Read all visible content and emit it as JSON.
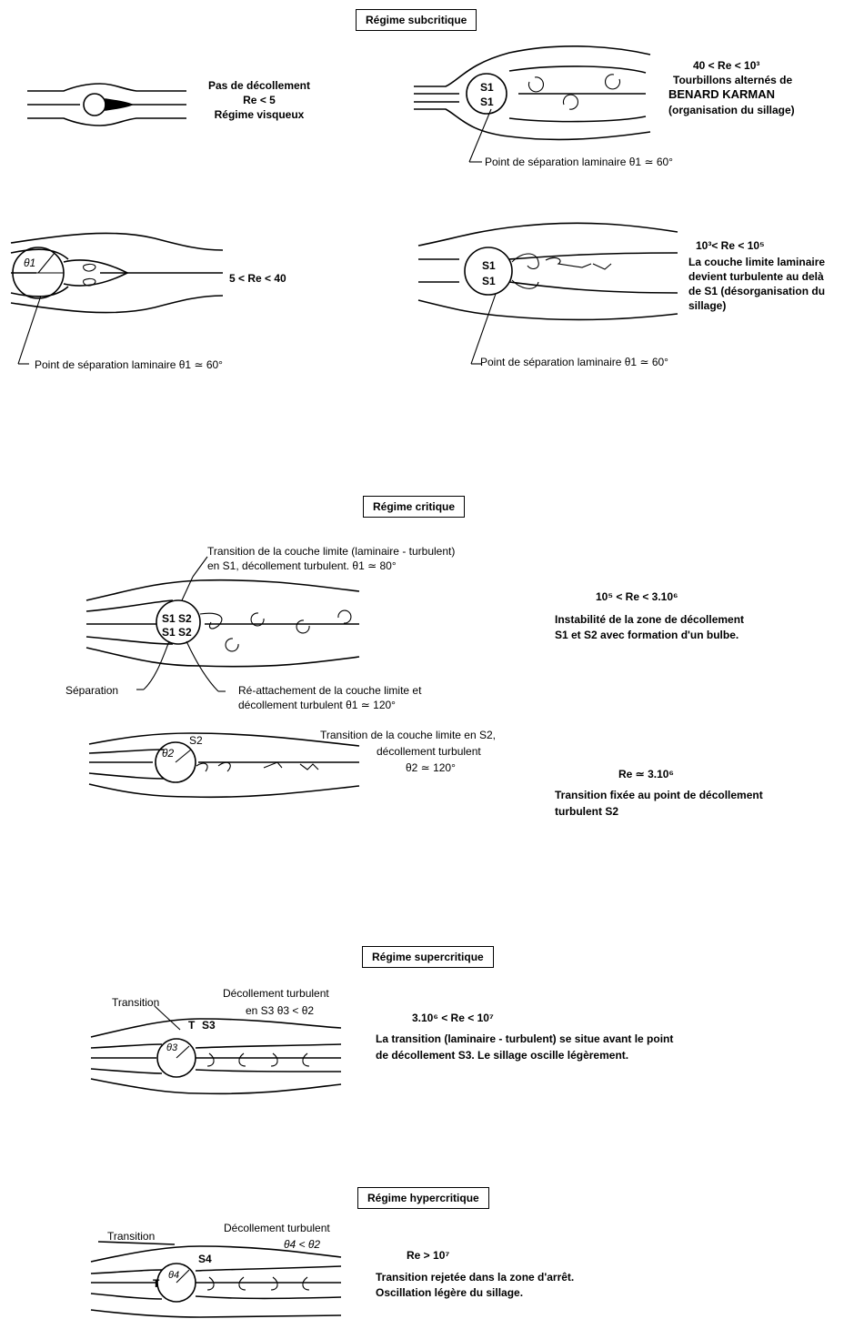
{
  "sections": {
    "subcritique": {
      "title": "Régime subcritique",
      "panel_a": {
        "lines": [
          "Pas de décollement",
          "Re < 5",
          "Régime visqueux"
        ]
      },
      "panel_b": {
        "range": "40 < Re < 10³",
        "lines": [
          "Tourbillons alternés de",
          "BENARD KARMAN",
          "(organisation du sillage)"
        ],
        "note": "Point de séparation laminaire θ1 ≃ 60°",
        "cyl_labels": [
          "S1",
          "S1"
        ]
      },
      "panel_c": {
        "range": "5 < Re < 40",
        "note": "Point de séparation laminaire θ1 ≃ 60°",
        "angle_label": "θ1"
      },
      "panel_d": {
        "range": "10³< Re < 10⁵",
        "lines": [
          "La couche limite laminaire",
          "devient turbulente au delà",
          "de S1 (désorganisation du",
          "sillage)"
        ],
        "note": "Point de séparation laminaire θ1 ≃ 60°",
        "cyl_labels": [
          "S1",
          "S1"
        ]
      }
    },
    "critique": {
      "title": "Régime critique",
      "top_note_1": "Transition de la couche limite (laminaire - turbulent)",
      "top_note_2": "en S1, décollement turbulent.  θ1 ≃ 80°",
      "cyl_labels": [
        "S1 S2",
        "S1 S2"
      ],
      "separation": "Séparation",
      "reattach_1": "Ré-attachement de la couche limite et",
      "reattach_2": "décollement turbulent  θ1 ≃ 120°",
      "range_1": "10⁵ < Re < 3.10⁶",
      "desc_1a": "Instabilité de la zone de décollement",
      "desc_1b": "S1 et S2 avec formation d'un bulbe.",
      "s2_label": "S2",
      "angle_label": "θ2",
      "trans_1": "Transition de la couche limite en S2,",
      "trans_2": "décollement turbulent",
      "trans_3": "θ2 ≃ 120°",
      "range_2": "Re ≃ 3.10⁶",
      "desc_2a": "Transition fixée au point de décollement",
      "desc_2b": "turbulent S2"
    },
    "supercritique": {
      "title": "Régime supercritique",
      "transition": "Transition",
      "decol_1": "Décollement turbulent",
      "decol_2": "en S3   θ3 < θ2",
      "cyl_labels": [
        "T",
        "S3",
        "θ3"
      ],
      "range": "3.10⁶ < Re < 10⁷",
      "desc_1": "La transition (laminaire - turbulent) se situe avant le point",
      "desc_2": "de décollement S3. Le sillage oscille légèrement."
    },
    "hypercritique": {
      "title": "Régime hypercritique",
      "transition": "Transition",
      "decol_1": "Décollement turbulent",
      "decol_2": "θ4 < θ2",
      "cyl_labels": [
        "T",
        "S4",
        "θ4"
      ],
      "range": "Re > 10⁷",
      "desc_1": "Transition rejetée dans la zone d'arrêt.",
      "desc_2": "Oscillation légère du sillage."
    }
  }
}
